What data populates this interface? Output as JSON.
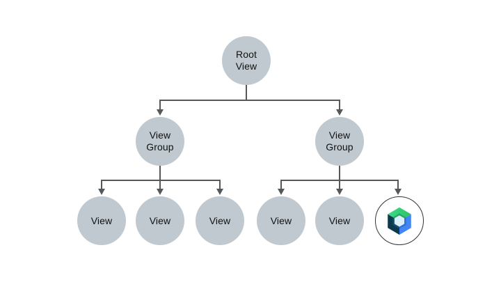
{
  "page": {
    "background": "#ffffff"
  },
  "colors": {
    "page_bg": "#ffffff",
    "node_fill": "#bfc9cf",
    "line": "#54585b",
    "text": "#111111",
    "compose_ring": "#2f3338",
    "compose_green_light": "#3edc84",
    "compose_green_dark": "#2bc16d",
    "compose_blue": "#4285f4",
    "compose_navy": "#0b3a4e",
    "compose_bevel_green": "#27aa63",
    "compose_bevel_blue": "#2e6fd8",
    "compose_bevel_teal": "#14506b",
    "compose_center": "#d9effd"
  },
  "nodes": {
    "root": {
      "label": "Root\nView"
    },
    "group_left": {
      "label": "View\nGroup"
    },
    "group_right": {
      "label": "View\nGroup"
    },
    "view_left_1": {
      "label": "View"
    },
    "view_left_2": {
      "label": "View"
    },
    "view_left_3": {
      "label": "View"
    },
    "view_right_1": {
      "label": "View"
    },
    "view_right_2": {
      "label": "View"
    },
    "compose": {
      "icon": "jetpack-compose-logo"
    }
  }
}
